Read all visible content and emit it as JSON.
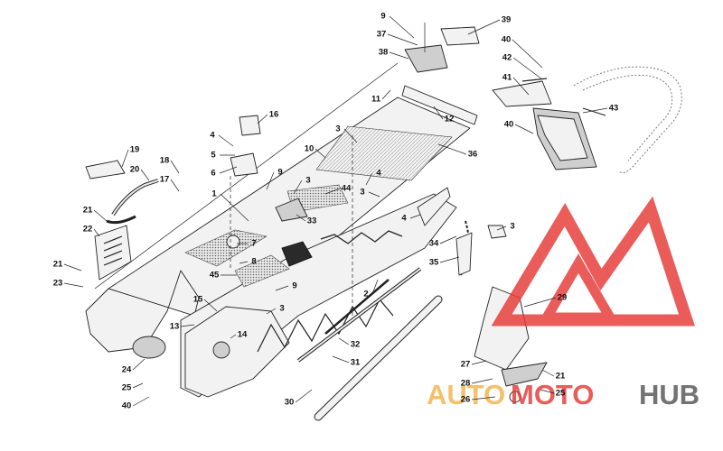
{
  "part_callouts": [
    "1",
    "2",
    "3",
    "4",
    "5",
    "6",
    "7",
    "8",
    "9",
    "10",
    "11",
    "12",
    "13",
    "14",
    "15",
    "16",
    "17",
    "18",
    "19",
    "20",
    "21",
    "22",
    "23",
    "24",
    "25",
    "26",
    "27",
    "28",
    "29",
    "30",
    "31",
    "32",
    "33",
    "34",
    "35",
    "36",
    "37",
    "38",
    "39",
    "40",
    "41",
    "42",
    "43",
    "44",
    "45"
  ],
  "watermark": {
    "word_auto": "AUTO",
    "word_moto": "MOTO",
    "word_hub": "HUB",
    "color_orange": "#f4b34a",
    "color_red": "#e53935",
    "color_gray": "#555555"
  }
}
